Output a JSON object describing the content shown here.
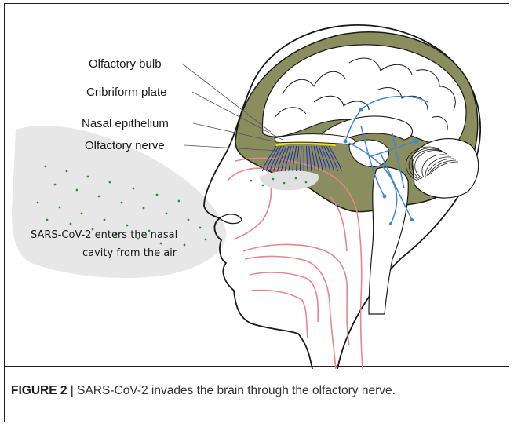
{
  "labels": {
    "olfactory_bulb": "Olfactory bulb",
    "cribriform_plate": "Cribriform plate",
    "nasal_epithelium": "Nasal epithelium",
    "olfactory_nerve": "Olfactory nerve"
  },
  "cloud": {
    "line1": "SARS-CoV-2 enters the nasal",
    "line2": "cavity from the air"
  },
  "caption": {
    "label": "FIGURE 2",
    "separator": " | ",
    "text": "SARS-CoV-2 invades the brain through the olfactory nerve."
  },
  "colors": {
    "brain_fill": "#8a8d5e",
    "pathway": "#3f86d3",
    "nerve": "#1d2bb5",
    "plate": "#f2e600",
    "airway": "#e7858c",
    "cloud": "#e7e7e7",
    "virus": "#2e8a2e"
  }
}
